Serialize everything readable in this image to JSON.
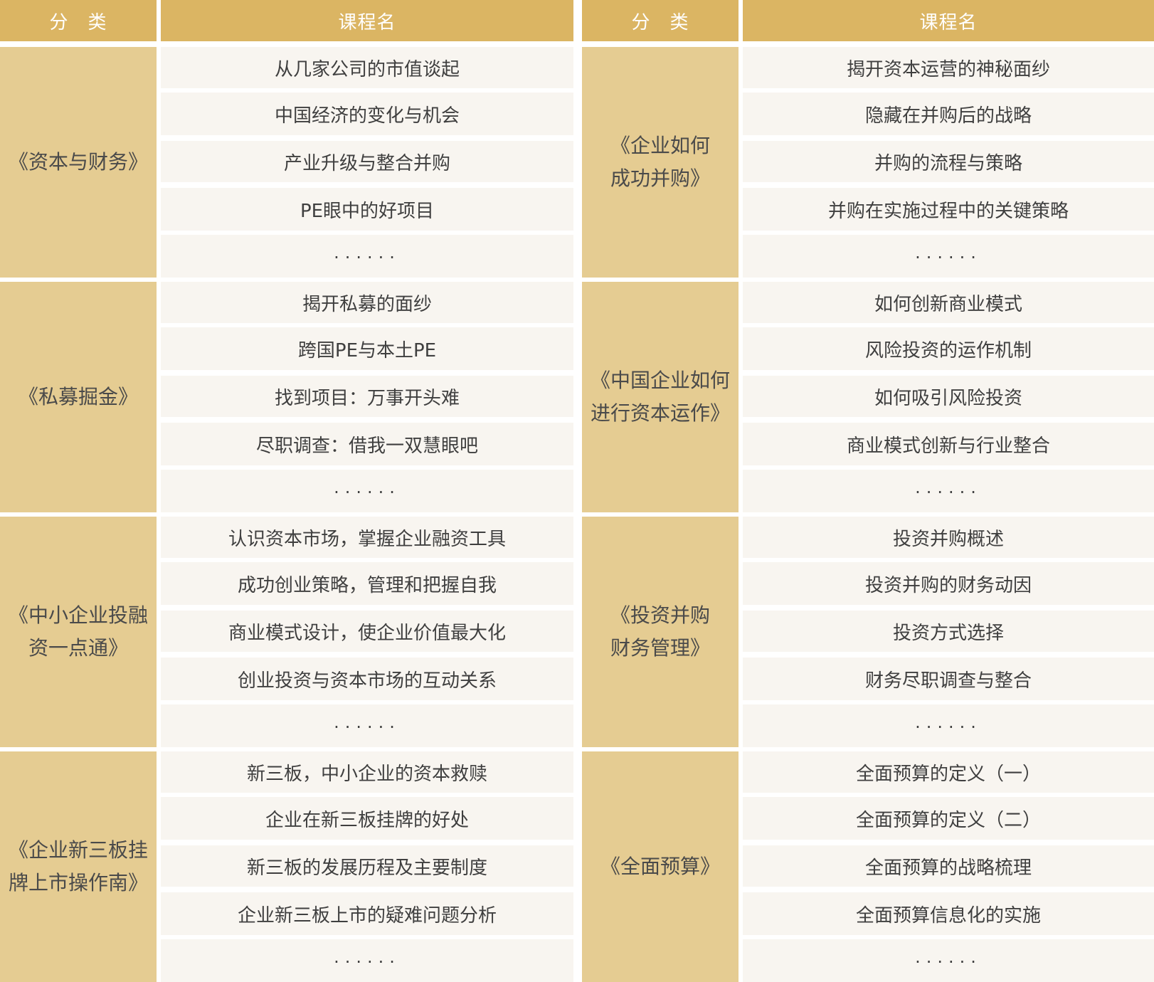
{
  "headers": {
    "left_category": "分　类",
    "left_course": "课程名",
    "right_category": "分　类",
    "right_course": "课程名"
  },
  "left": {
    "groups": [
      {
        "category_lines": [
          "《资本与财务》"
        ],
        "courses": [
          "从几家公司的市值谈起",
          "中国经济的变化与机会",
          "产业升级与整合并购",
          "PE眼中的好项目",
          "······"
        ]
      },
      {
        "category_lines": [
          "《私募掘金》"
        ],
        "courses": [
          "揭开私募的面纱",
          "跨国PE与本土PE",
          "找到项目：万事开头难",
          "尽职调查：借我一双慧眼吧",
          "······"
        ]
      },
      {
        "category_lines": [
          "《中小企业投融",
          "资一点通》"
        ],
        "courses": [
          "认识资本市场，掌握企业融资工具",
          "成功创业策略，管理和把握自我",
          "商业模式设计，使企业价值最大化",
          "创业投资与资本市场的互动关系",
          "······"
        ]
      },
      {
        "category_lines": [
          "《企业新三板挂",
          "牌上市操作南》"
        ],
        "courses": [
          "新三板，中小企业的资本救赎",
          "企业在新三板挂牌的好处",
          "新三板的发展历程及主要制度",
          "企业新三板上市的疑难问题分析",
          "······"
        ]
      }
    ]
  },
  "right": {
    "groups": [
      {
        "category_lines": [
          "《企业如何",
          "成功并购》"
        ],
        "courses": [
          "揭开资本运营的神秘面纱",
          "隐藏在并购后的战略",
          "并购的流程与策略",
          "并购在实施过程中的关键策略",
          "······"
        ]
      },
      {
        "category_lines": [
          "《中国企业如何",
          "进行资本运作》"
        ],
        "courses": [
          "如何创新商业模式",
          "风险投资的运作机制",
          "如何吸引风险投资",
          "商业模式创新与行业整合",
          "······"
        ]
      },
      {
        "category_lines": [
          "《投资并购",
          "财务管理》"
        ],
        "courses": [
          "投资并购概述",
          "投资并购的财务动因",
          "投资方式选择",
          "财务尽职调查与整合",
          "······"
        ]
      },
      {
        "category_lines": [
          "《全面预算》"
        ],
        "courses": [
          "全面预算的定义（一）",
          "全面预算的定义（二）",
          "全面预算的战略梳理",
          "全面预算信息化的实施",
          "······"
        ]
      }
    ]
  }
}
